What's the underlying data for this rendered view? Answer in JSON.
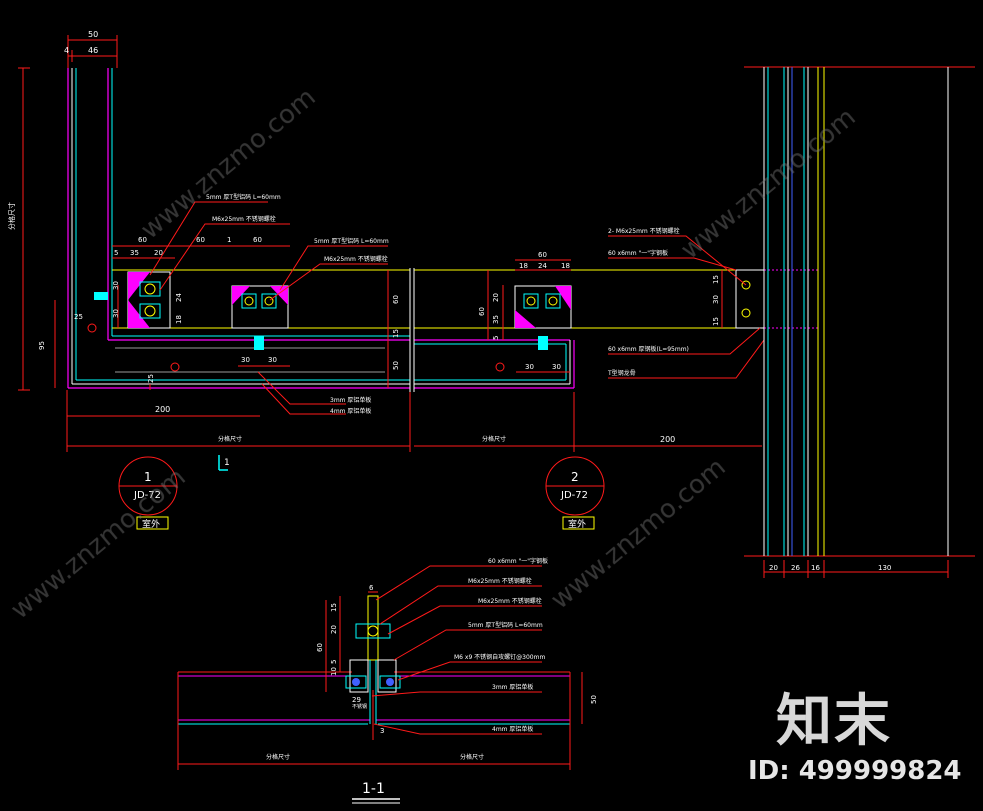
{
  "colors": {
    "background": "#000000",
    "red": "#ff1a1a",
    "yellow": "#ffff00",
    "cyan": "#00ffff",
    "magenta": "#ff00ff",
    "white": "#ffffff",
    "grey": "#9a9a9a",
    "blue": "#4060ff"
  },
  "top_dims": {
    "d50": "50",
    "d4": "4",
    "d46": "46"
  },
  "left_side_label": "分格尺寸",
  "detail1": {
    "dims": {
      "d5": "5",
      "d35": "35",
      "d20": "20",
      "d60a": "60",
      "d60b": "60",
      "d1": "1",
      "d60c": "60",
      "d30a": "30",
      "d24": "24",
      "d18": "18",
      "d30b": "30",
      "d25a": "25",
      "d95": "95",
      "d60r": "60",
      "d15": "15",
      "d50": "50",
      "d30c": "30",
      "d30d": "30",
      "d25b": "25",
      "d200": "200",
      "grid": "分格尺寸"
    },
    "notes": {
      "n1": "5mm 厚T型铝码 L=60mm",
      "n2": "M6x25mm 不锈钢螺栓",
      "n3": "5mm 厚T型铝码 L=60mm",
      "n4": "M6x25mm 不锈钢螺栓",
      "n5": "3mm 厚铝单板",
      "n6": "4mm 厚铝单板"
    },
    "callout": {
      "num": "1",
      "ref": "JD-72",
      "label": "室外"
    },
    "section_tag": "1"
  },
  "detail2": {
    "dims": {
      "d60": "60",
      "d18a": "18",
      "d24": "24",
      "d18b": "18",
      "d20": "20",
      "d35": "35",
      "d5": "5",
      "d60l": "60",
      "d30a": "30",
      "d30b": "30",
      "d15": "15",
      "d30c": "30",
      "d15b": "15",
      "grid": "分格尺寸",
      "d200": "200"
    },
    "notes": {
      "n1": "2- M6x25mm 不锈钢螺栓",
      "n2": "60 x6mm \"一\"字钢板",
      "n3": "60 x6mm 厚钢板(L=95mm)",
      "n4": "T型钢龙骨"
    },
    "callout": {
      "num": "2",
      "ref": "JD-72",
      "label": "室外"
    }
  },
  "right_dims": {
    "d20": "20",
    "d26": "26",
    "d16": "16",
    "d130": "130"
  },
  "section11": {
    "dims": {
      "d6": "6",
      "d15": "15",
      "d20": "20",
      "d60": "60",
      "d5": "5",
      "d10": "10",
      "d50": "50",
      "d29": "29",
      "d3": "3",
      "grid_l": "分格尺寸",
      "grid_r": "分格尺寸"
    },
    "notes": {
      "n1": "60 x6mm \"一\"字钢板",
      "n2": "M6x25mm 不锈钢螺栓",
      "n3": "M6x25mm 不锈钢螺栓",
      "n4": "5mm 厚T型铝码 L=60mm",
      "n5": "M6 x9 不锈钢自攻螺钉@300mm",
      "n6": "3mm 厚铝单板",
      "n7": "4mm 厚铝单板",
      "n8": "不锈钢"
    },
    "title": "1-1"
  },
  "watermark": {
    "site": "www.znzmo.com",
    "brand": "知末",
    "id": "ID: 499999824"
  }
}
